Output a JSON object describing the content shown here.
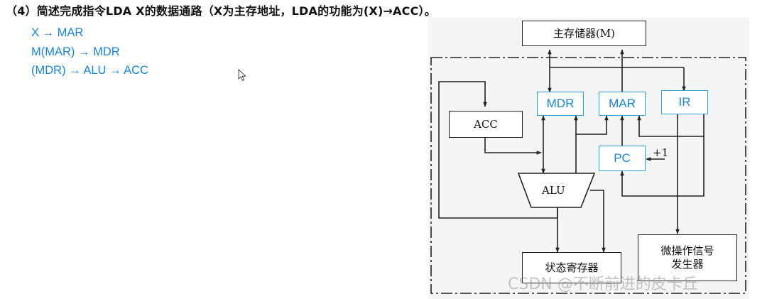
{
  "question": "（4）简述完成指令LDA X的数据通路（X为主存地址，LDA的功能为(X)→ACC）。",
  "answer_steps": [
    "X → MAR",
    "M(MAR) → MDR",
    "(MDR) → ALU → ACC"
  ],
  "diagram": {
    "main_memory": "主存储器(M)",
    "mdr": "MDR",
    "mar": "MAR",
    "ir": "IR",
    "acc": "ACC",
    "pc": "PC",
    "plus_one": "+1",
    "alu": "ALU",
    "status_register": "状态寄存器",
    "microop_generator_line1": "微操作信号",
    "microop_generator_line2": "发生器"
  },
  "watermark": "CSDN @不断前进的皮卡丘",
  "colors": {
    "answer_text": "#1a84d8",
    "highlight_border": "#2aa2d6"
  },
  "icons": {
    "cursor": "mouse-pointer-icon"
  }
}
